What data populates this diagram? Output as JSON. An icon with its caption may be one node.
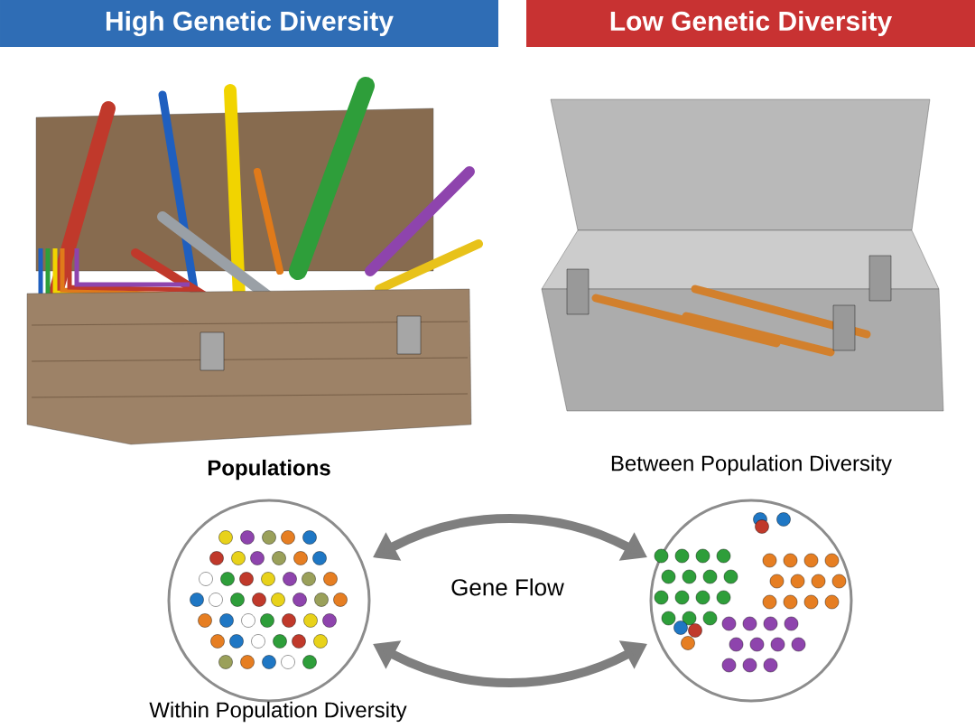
{
  "diagram": {
    "nodes": [
      {
        "text": [
          "High Genetic Diversity"
        ]
      },
      {
        "text": [
          "Low Genetic Diversity"
        ]
      },
      {
        "text": [
          "Populations"
        ],
        "beside": [
          "Within Population Diversity"
        ]
      },
      {
        "text": [],
        "shape": "circle",
        "beside": [
          "Between Population Diversity"
        ]
      }
    ],
    "edges": [
      {
        "from": 2,
        "to": 3,
        "arrow": "both",
        "label": "Gene Flow"
      },
      {
        "from": 2,
        "to": 3,
        "arrow": "both"
      }
    ]
  }
}
